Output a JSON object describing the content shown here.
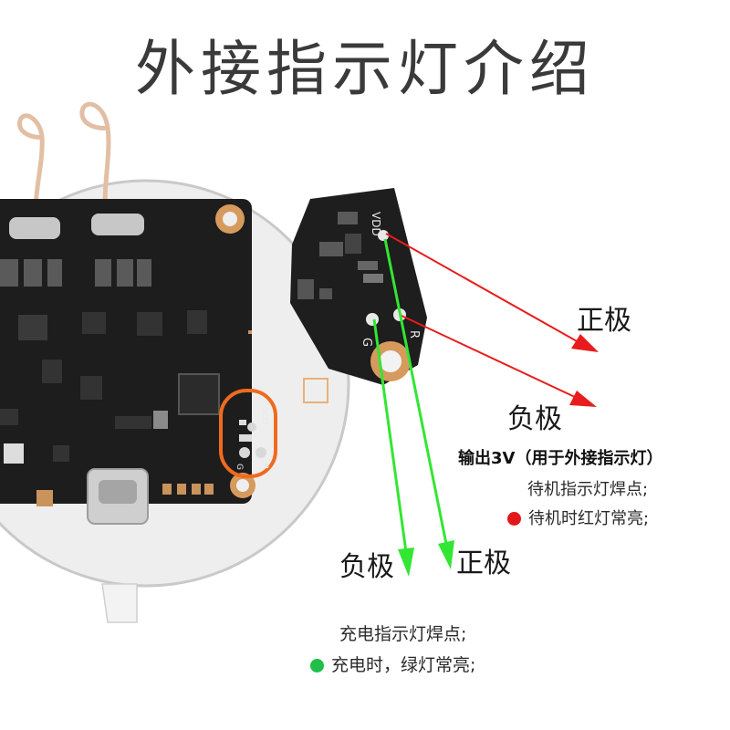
{
  "title": "外接指示灯介绍",
  "labels": {
    "red_positive": "正极",
    "red_negative": "负极",
    "green_negative": "负极",
    "green_positive": "正极"
  },
  "standby": {
    "line1": "输出3V（用于外接指示灯）",
    "line2": "待机指示灯焊点;",
    "line3": "待机时红灯常亮;"
  },
  "charging": {
    "line1": "充电指示灯焊点;",
    "line2": "充电时，绿灯常亮;"
  },
  "pcb_silkscreen": {
    "vdd": "VDD",
    "g": "G",
    "r": "R",
    "vdd_zoom": "VDD",
    "g_zoom": "G",
    "r_zoom": "R"
  },
  "colors": {
    "title": "#3a3a3a",
    "red_arrow": "#e81c1c",
    "green_arrow": "#33e633",
    "red_dot": "#e3161b",
    "green_dot": "#1fbf4a",
    "highlight_ring": "#f06a1e"
  }
}
